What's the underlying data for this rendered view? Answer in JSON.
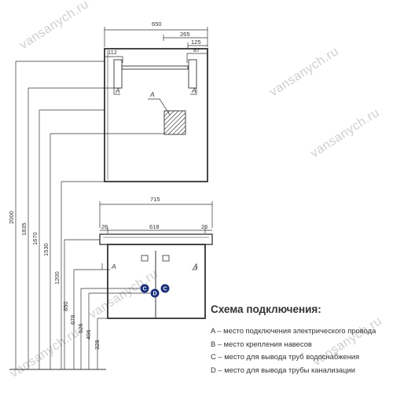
{
  "watermarks": [
    "vansanych.ru",
    "vansanych.ru",
    "vansanych.ru",
    "vansanych.ru",
    "vansanych.ru",
    "vansanych.ru"
  ],
  "top_unit": {
    "overall_width": "650",
    "dim_265": "265",
    "dim_125": "125",
    "dim_87": "87",
    "dim_112": "112",
    "label_a_left": "A",
    "label_a_right": "A",
    "label_a_inner": "A"
  },
  "bottom_unit": {
    "overall_width": "715",
    "inner_width": "618",
    "left_offset": "26",
    "right_offset": "26",
    "label_a_left": "A",
    "label_a_right": "A",
    "mark_c_left": "C",
    "mark_d": "D",
    "mark_c_right": "C"
  },
  "heights": [
    "2000",
    "1835",
    "1670",
    "1530",
    "1200",
    "850",
    "676",
    "526",
    "496",
    "328"
  ],
  "legend": {
    "title": "Схема подключения:",
    "items": [
      "A – место подключения электрического провода",
      "B – место крепления навесов",
      "C – место для вывода труб водоснабжения",
      "D – место для вывода трубы канализации"
    ]
  }
}
